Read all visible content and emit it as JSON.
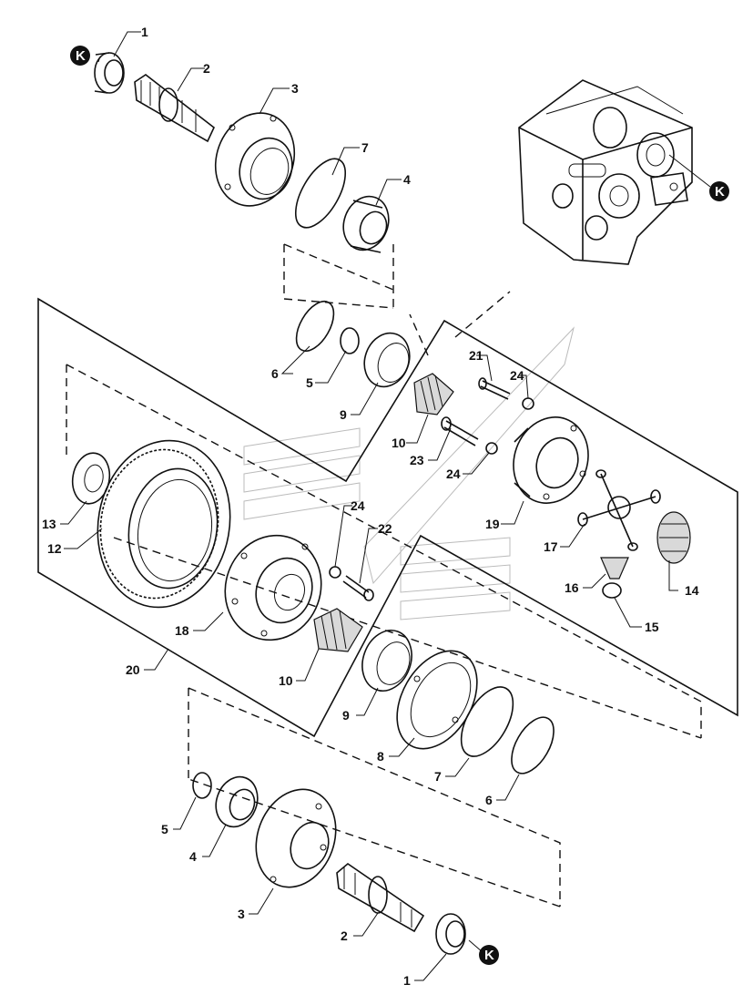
{
  "callouts": [
    {
      "label": "1"
    },
    {
      "label": "2"
    },
    {
      "label": "3"
    },
    {
      "label": "7"
    },
    {
      "label": "4"
    },
    {
      "label": "6"
    },
    {
      "label": "5"
    },
    {
      "label": "9"
    },
    {
      "label": "21"
    },
    {
      "label": "24"
    },
    {
      "label": "10"
    },
    {
      "label": "23"
    },
    {
      "label": "24"
    },
    {
      "label": "24"
    },
    {
      "label": "22"
    },
    {
      "label": "13"
    },
    {
      "label": "12"
    },
    {
      "label": "19"
    },
    {
      "label": "17"
    },
    {
      "label": "16"
    },
    {
      "label": "14"
    },
    {
      "label": "15"
    },
    {
      "label": "18"
    },
    {
      "label": "20"
    },
    {
      "label": "10"
    },
    {
      "label": "9"
    },
    {
      "label": "8"
    },
    {
      "label": "7"
    },
    {
      "label": "6"
    },
    {
      "label": "5"
    },
    {
      "label": "4"
    },
    {
      "label": "3"
    },
    {
      "label": "2"
    },
    {
      "label": "1"
    }
  ],
  "reference_markers": [
    {
      "label": "K"
    },
    {
      "label": "K"
    },
    {
      "label": "K"
    }
  ]
}
